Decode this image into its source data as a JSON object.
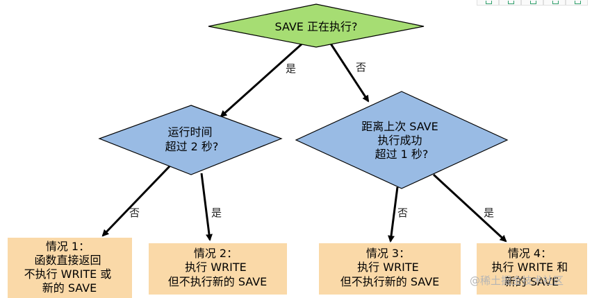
{
  "colors": {
    "decision_root": "#a6dd73",
    "decision": "#99bbe4",
    "outcome": "#fad9a8",
    "stroke": "#000000"
  },
  "nodes": {
    "root": {
      "lines": [
        "SAVE 正在执行?"
      ]
    },
    "left_decision": {
      "lines": [
        "运行时间",
        "超过 2 秒?"
      ]
    },
    "right_decision": {
      "lines": [
        "距离上次 SAVE",
        "执行成功",
        "超过 1 秒?"
      ]
    },
    "case1": {
      "lines": [
        "情况 1：",
        "函数直接返回",
        "不执行 WRITE 或",
        "新的 SAVE"
      ]
    },
    "case2": {
      "lines": [
        "情况 2：",
        "执行 WRITE",
        "但不执行新的 SAVE"
      ]
    },
    "case3": {
      "lines": [
        "情况 3：",
        "执行 WRITE",
        "但不执行新的 SAVE"
      ]
    },
    "case4": {
      "lines": [
        "情况 4：",
        "执行 WRITE 和",
        "新的 SAVE"
      ]
    }
  },
  "edges": {
    "root_left": "是",
    "root_right": "否",
    "left_case1": "否",
    "left_case2": "是",
    "right_case3": "否",
    "right_case4": "是"
  },
  "watermark": "@稀土掘金技术社区",
  "toolbar": {
    "icons": [
      "copy-icon",
      "expand-icon",
      "zoom-icon",
      "window-icon",
      "more-icon"
    ]
  }
}
